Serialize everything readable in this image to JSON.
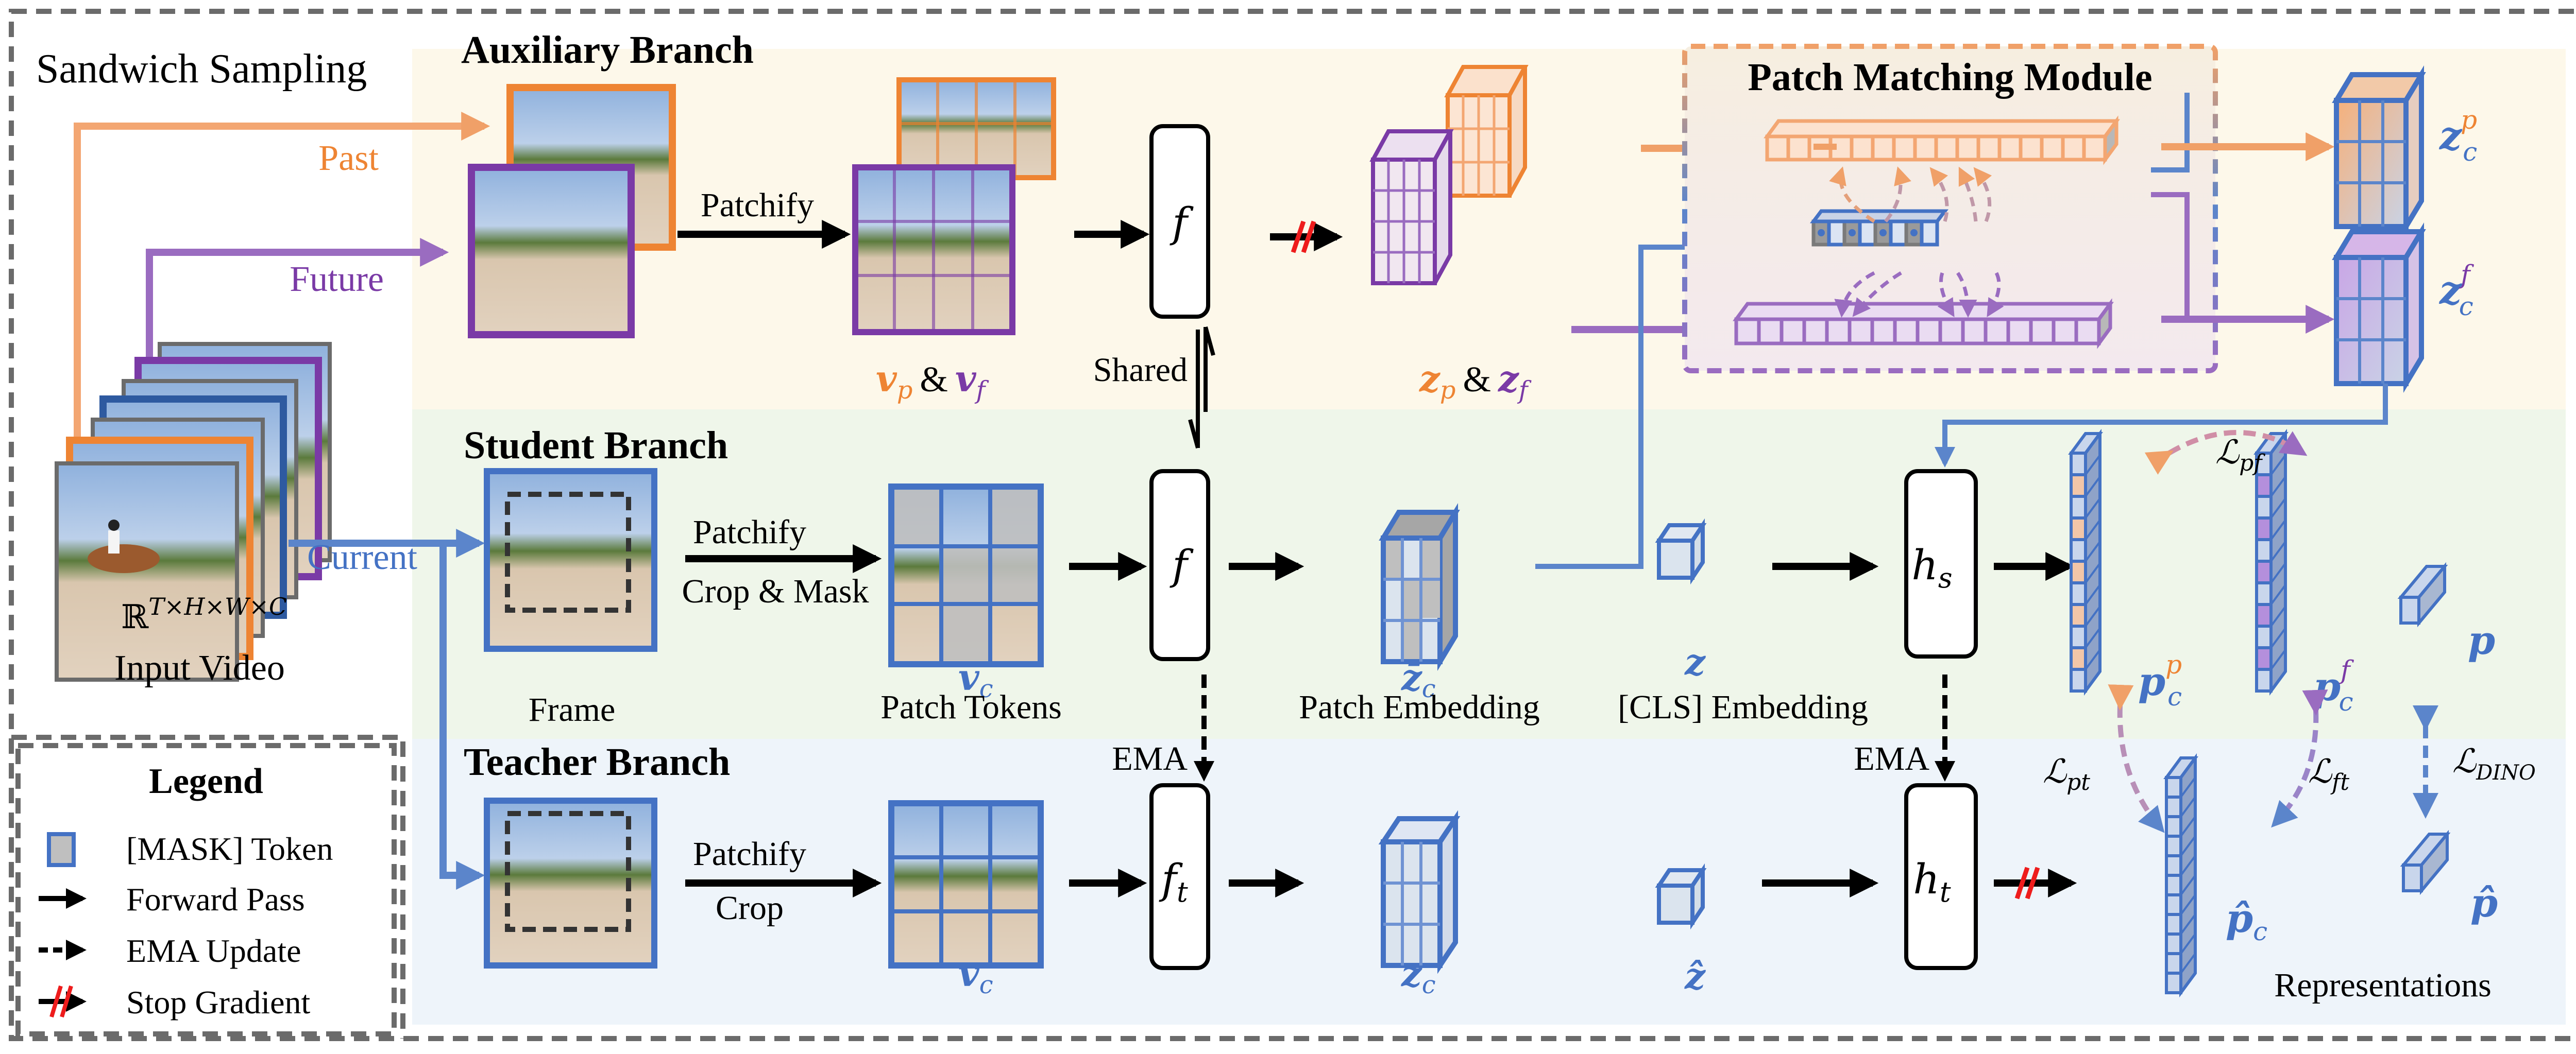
{
  "colors": {
    "past": "#ee8433",
    "future": "#7a3aa6",
    "current": "#4472c4",
    "aux_bg": "#fdf8ea",
    "student_bg": "#eff6ea",
    "teacher_bg": "#eef4fa",
    "border": "#6b6b6b",
    "stop": "#ee1c1c",
    "mask": "#bfbfbf"
  },
  "left": {
    "title": "Sandwich Sampling",
    "past_label": "Past",
    "future_label": "Future",
    "current_label": "Current",
    "shape_label": "ℝ",
    "shape_sup": "T×H×W×C",
    "input_label": "Input Video"
  },
  "legend": {
    "title": "Legend",
    "items": [
      {
        "icon": "mask-token-icon",
        "label": "[MASK] Token"
      },
      {
        "icon": "forward-arrow-icon",
        "label": "Forward Pass"
      },
      {
        "icon": "dashed-arrow-icon",
        "label": "EMA Update"
      },
      {
        "icon": "stop-gradient-icon",
        "label": "Stop Gradient"
      }
    ]
  },
  "auxiliary": {
    "title": "Auxiliary Branch",
    "patchify": "Patchify",
    "encoder": "f",
    "vp": "v",
    "vp_sub": "p",
    "amp": "&",
    "vf": "v",
    "vf_sub": "f",
    "zp": "z",
    "zp_sub": "p",
    "zf": "z",
    "zf_sub": "f",
    "shared": "Shared",
    "pmm_title": "Patch Matching Module",
    "zcp": "z",
    "zcp_sub": "c",
    "zcp_sup": "p",
    "zcf": "z",
    "zcf_sub": "c",
    "zcf_sup": "f"
  },
  "student": {
    "title": "Student Branch",
    "frame_label": "Frame",
    "patchify": "Patchify",
    "crop_mask": "Crop & Mask",
    "tokens_sym": "v̄",
    "tokens_sub": "c",
    "tokens_label": "Patch Tokens",
    "encoder": "f",
    "emb_sym": "z̄",
    "emb_sub": "c",
    "emb_label": "Patch Embedding",
    "cls_sym": "z",
    "cls_label": "[CLS] Embedding",
    "head": "h",
    "head_sub": "s",
    "pcp": "p",
    "pcp_sub": "c",
    "pcp_sup": "p",
    "pcf": "p",
    "pcf_sub": "c",
    "pcf_sup": "f",
    "p": "p",
    "loss_pf": "ℒ",
    "loss_pf_sub": "pf"
  },
  "teacher": {
    "title": "Teacher Branch",
    "patchify": "Patchify",
    "crop": "Crop",
    "ema": "EMA",
    "tokens_sym": "v",
    "tokens_sub": "c",
    "encoder": "f",
    "encoder_sub": "t",
    "emb_sym": "z",
    "emb_sub": "c",
    "cls_sym": "ẑ",
    "head": "h",
    "head_sub": "t",
    "pc_hat": "p̂",
    "pc_hat_sub": "c",
    "p_hat": "p̂",
    "loss_pt": "ℒ",
    "loss_pt_sub": "pt",
    "loss_ft": "ℒ",
    "loss_ft_sub": "ft",
    "loss_dino": "ℒ",
    "loss_dino_sub": "DINO",
    "representations": "Representations"
  }
}
